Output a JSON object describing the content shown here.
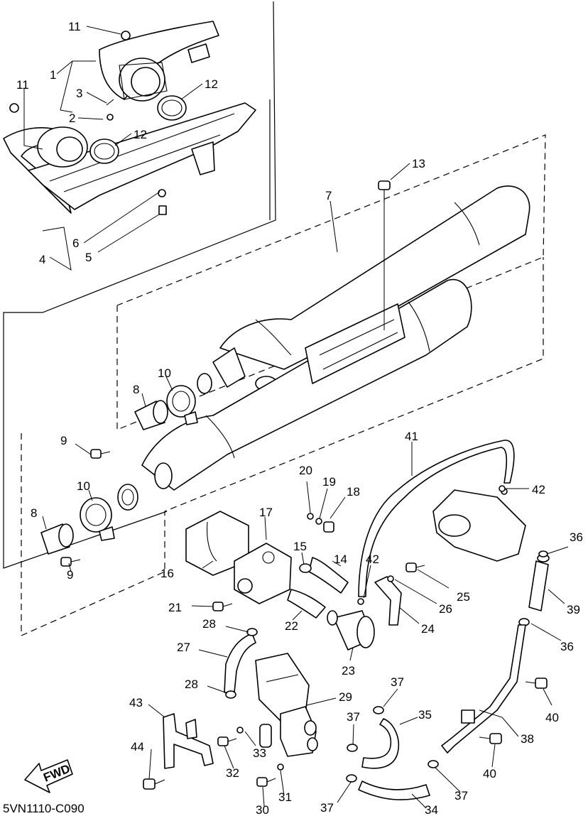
{
  "diagram": {
    "code": "5VN1110-C090",
    "fwd_label": "FWD",
    "callouts": [
      {
        "id": "c11a",
        "text": "11"
      },
      {
        "id": "c1",
        "text": "1"
      },
      {
        "id": "c3",
        "text": "3"
      },
      {
        "id": "c2",
        "text": "2"
      },
      {
        "id": "c11b",
        "text": "11"
      },
      {
        "id": "c12a",
        "text": "12"
      },
      {
        "id": "c12b",
        "text": "12"
      },
      {
        "id": "c6",
        "text": "6"
      },
      {
        "id": "c4",
        "text": "4"
      },
      {
        "id": "c5",
        "text": "5"
      },
      {
        "id": "c13",
        "text": "13"
      },
      {
        "id": "c7",
        "text": "7"
      },
      {
        "id": "c10a",
        "text": "10"
      },
      {
        "id": "c8a",
        "text": "8"
      },
      {
        "id": "c9a",
        "text": "9"
      },
      {
        "id": "c10b",
        "text": "10"
      },
      {
        "id": "c8b",
        "text": "8"
      },
      {
        "id": "c9b",
        "text": "9"
      },
      {
        "id": "c41",
        "text": "41"
      },
      {
        "id": "c42a",
        "text": "42"
      },
      {
        "id": "c20",
        "text": "20"
      },
      {
        "id": "c19",
        "text": "19"
      },
      {
        "id": "c18",
        "text": "18"
      },
      {
        "id": "c17",
        "text": "17"
      },
      {
        "id": "c15",
        "text": "15"
      },
      {
        "id": "c14",
        "text": "14"
      },
      {
        "id": "c42b",
        "text": "42"
      },
      {
        "id": "c36a",
        "text": "36"
      },
      {
        "id": "c16",
        "text": "16"
      },
      {
        "id": "c25",
        "text": "25"
      },
      {
        "id": "c26",
        "text": "26"
      },
      {
        "id": "c39",
        "text": "39"
      },
      {
        "id": "c21",
        "text": "21"
      },
      {
        "id": "c22",
        "text": "22"
      },
      {
        "id": "c24",
        "text": "24"
      },
      {
        "id": "c28a",
        "text": "28"
      },
      {
        "id": "c36b",
        "text": "36"
      },
      {
        "id": "c27",
        "text": "27"
      },
      {
        "id": "c23",
        "text": "23"
      },
      {
        "id": "c28b",
        "text": "28"
      },
      {
        "id": "c40a",
        "text": "40"
      },
      {
        "id": "c37a",
        "text": "37"
      },
      {
        "id": "c29",
        "text": "29"
      },
      {
        "id": "c43",
        "text": "43"
      },
      {
        "id": "c37b",
        "text": "37"
      },
      {
        "id": "c35",
        "text": "35"
      },
      {
        "id": "c38",
        "text": "38"
      },
      {
        "id": "c44",
        "text": "44"
      },
      {
        "id": "c33",
        "text": "33"
      },
      {
        "id": "c32",
        "text": "32"
      },
      {
        "id": "c40b",
        "text": "40"
      },
      {
        "id": "c37c",
        "text": "37"
      },
      {
        "id": "c31",
        "text": "31"
      },
      {
        "id": "c30",
        "text": "30"
      },
      {
        "id": "c37d",
        "text": "37"
      },
      {
        "id": "c34",
        "text": "34"
      }
    ]
  }
}
